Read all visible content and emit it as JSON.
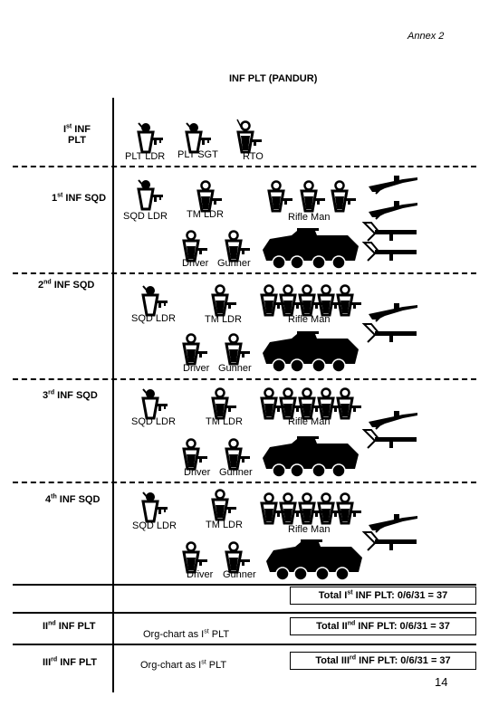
{
  "header": {
    "annex": "Annex 2",
    "title": "INF PLT (PANDUR)"
  },
  "plt_hq": {
    "label_a": "I",
    "label_sup": "st",
    "label_b": " INF",
    "label_c": "PLT",
    "roles": {
      "plt_ldr": "PLT LDR",
      "plt_sgt": "PLT SGT",
      "rto": "RTO"
    }
  },
  "squads": [
    {
      "num": "1",
      "sup": "st",
      "label": " INF SQD",
      "sqd_ldr": "SQD LDR",
      "tm_ldr": "TM LDR",
      "rifle": "Rifle Man",
      "driver": "Driver",
      "gunner": "Gunner"
    },
    {
      "num": "2",
      "sup": "nd",
      "label": " INF SQD",
      "sqd_ldr": "SQD LDR",
      "tm_ldr": "TM LDR",
      "rifle": "Rifle Man",
      "driver": "Driver",
      "gunner": "Gunner"
    },
    {
      "num": "3",
      "sup": "rd",
      "label": " INF SQD",
      "sqd_ldr": "SQD LDR",
      "tm_ldr": "TM LDR",
      "rifle": "Rifle Man",
      "driver": "Driver",
      "gunner": "Gunner"
    },
    {
      "num": "4",
      "sup": "th",
      "label": " INF SQD",
      "sqd_ldr": "SQD LDR",
      "tm_ldr": "TM LDR",
      "rifle": "Rifle Man",
      "driver": "Driver",
      "gunner": "Gunner"
    }
  ],
  "totals": [
    {
      "a": "Total I",
      "sup": "st",
      "b": " INF PLT: 0/6/31 = 37"
    },
    {
      "a": "Total II",
      "sup": "nd",
      "b": " INF PLT: 0/6/31 = 37"
    },
    {
      "a": "Total III",
      "sup": "rd",
      "b": " INF PLT: 0/6/31 = 37"
    }
  ],
  "other_plts": [
    {
      "a": "II",
      "sup": "nd",
      "b": " INF PLT",
      "note_a": "Org-chart as I",
      "note_sup": "st",
      "note_b": " PLT"
    },
    {
      "a": "III",
      "sup": "rd",
      "b": " INF PLT",
      "note_a": "Org-chart as I",
      "note_sup": "st",
      "note_b": " PLT"
    }
  ],
  "page_number": "14"
}
